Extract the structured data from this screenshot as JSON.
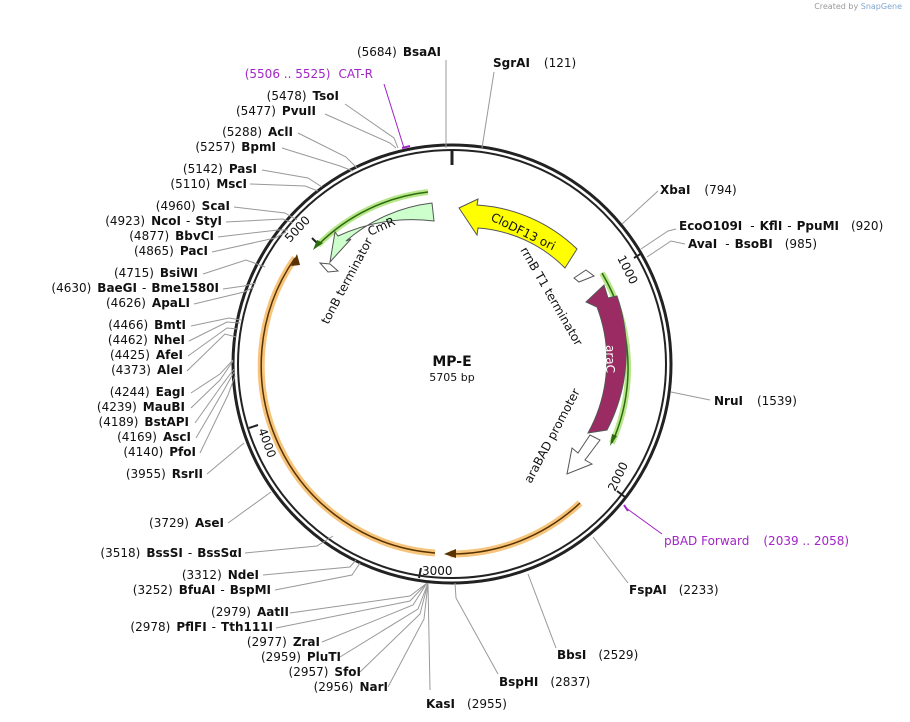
{
  "credit": {
    "prefix": "Created by",
    "brand": "SnapGene"
  },
  "plasmid": {
    "name": "MP-E",
    "length_label": "5705 bp"
  },
  "ticks": [
    "1000",
    "2000",
    "3000",
    "4000",
    "5000"
  ],
  "sites": [
    {
      "id": "bsaai",
      "name": "BsaAI",
      "pos": "(5684)"
    },
    {
      "id": "sgrai",
      "name": "SgrAI",
      "pos": "(121)"
    },
    {
      "id": "tsoi",
      "name": "TsoI",
      "pos": "(5478)"
    },
    {
      "id": "pvuii",
      "name": "PvuII",
      "pos": "(5477)"
    },
    {
      "id": "acli",
      "name": "AclI",
      "pos": "(5288)"
    },
    {
      "id": "bpmi",
      "name": "BpmI",
      "pos": "(5257)"
    },
    {
      "id": "pasi",
      "name": "PasI",
      "pos": "(5142)"
    },
    {
      "id": "msci",
      "name": "MscI",
      "pos": "(5110)"
    },
    {
      "id": "scai",
      "name": "ScaI",
      "pos": "(4960)"
    },
    {
      "id": "ncoi",
      "name": "NcoI",
      "name2": "StyI",
      "pos": "(4923)"
    },
    {
      "id": "bbvci",
      "name": "BbvCI",
      "pos": "(4877)"
    },
    {
      "id": "paci",
      "name": "PacI",
      "pos": "(4865)"
    },
    {
      "id": "bsiwi",
      "name": "BsiWI",
      "pos": "(4715)"
    },
    {
      "id": "baegi",
      "name": "BaeGI",
      "name2": "Bme1580I",
      "pos": "(4630)"
    },
    {
      "id": "apali",
      "name": "ApaLI",
      "pos": "(4626)"
    },
    {
      "id": "bmti",
      "name": "BmtI",
      "pos": "(4466)"
    },
    {
      "id": "nhei",
      "name": "NheI",
      "pos": "(4462)"
    },
    {
      "id": "afei",
      "name": "AfeI",
      "pos": "(4425)"
    },
    {
      "id": "alei",
      "name": "AleI",
      "pos": "(4373)"
    },
    {
      "id": "eagi",
      "name": "EagI",
      "pos": "(4244)"
    },
    {
      "id": "maubi",
      "name": "MauBI",
      "pos": "(4239)"
    },
    {
      "id": "bstapi",
      "name": "BstAPI",
      "pos": "(4189)"
    },
    {
      "id": "asci",
      "name": "AscI",
      "pos": "(4169)"
    },
    {
      "id": "pfoi",
      "name": "PfoI",
      "pos": "(4140)"
    },
    {
      "id": "rsrii",
      "name": "RsrII",
      "pos": "(3955)"
    },
    {
      "id": "asei",
      "name": "AseI",
      "pos": "(3729)"
    },
    {
      "id": "bsssi",
      "name": "BssSI",
      "name2": "BssSαI",
      "pos": "(3518)"
    },
    {
      "id": "ndei",
      "name": "NdeI",
      "pos": "(3312)"
    },
    {
      "id": "bfuai",
      "name": "BfuAI",
      "name2": "BspMI",
      "pos": "(3252)"
    },
    {
      "id": "aatii",
      "name": "AatII",
      "pos": "(2979)"
    },
    {
      "id": "pflfi",
      "name": "PflFI",
      "name2": "Tth111I",
      "pos": "(2978)"
    },
    {
      "id": "zrai",
      "name": "ZraI",
      "pos": "(2977)"
    },
    {
      "id": "pluti",
      "name": "PluTI",
      "pos": "(2959)"
    },
    {
      "id": "sfoi",
      "name": "SfoI",
      "pos": "(2957)"
    },
    {
      "id": "nari",
      "name": "NarI",
      "pos": "(2956)"
    },
    {
      "id": "kasi",
      "name": "KasI",
      "pos": "(2955)"
    },
    {
      "id": "bsphi",
      "name": "BspHI",
      "pos": "(2837)"
    },
    {
      "id": "bbsi",
      "name": "BbsI",
      "pos": "(2529)"
    },
    {
      "id": "fspai",
      "name": "FspAI",
      "pos": "(2233)"
    },
    {
      "id": "nrui",
      "name": "NruI",
      "pos": "(1539)"
    },
    {
      "id": "avai",
      "name": "AvaI",
      "name2": "BsoBI",
      "pos": "(985)"
    },
    {
      "id": "eco",
      "name": "EcoO109I",
      "name2": "KflI",
      "name3": "PpuMI",
      "pos": "(920)"
    },
    {
      "id": "xbai",
      "name": "XbaI",
      "pos": "(794)"
    }
  ],
  "primers": [
    {
      "id": "cat-r",
      "name": "CAT-R",
      "range": "(5506 .. 5525)"
    },
    {
      "id": "pbad-forward",
      "name": "pBAD Forward",
      "range": "(2039 .. 2058)"
    }
  ],
  "features": {
    "cloDF13_ori": "CloDF13 ori",
    "cmr": "CmR",
    "arac": "araC",
    "rrnb": "rrnB T1 terminator",
    "tonb": "tonB terminator",
    "arabad": "araBAD promoter"
  },
  "colors": {
    "backbone": "#222222",
    "ori": "#ffff00",
    "cmr": "#ccffcc",
    "arac": "#9b2c63",
    "orf_green": "#7ccf3a",
    "orf_orange": "#f6c47a",
    "primer": "#a325c7",
    "leader": "#999999"
  }
}
